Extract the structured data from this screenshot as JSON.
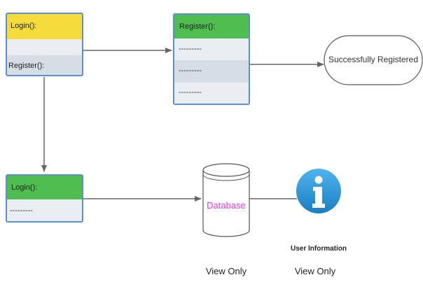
{
  "login_register_box": {
    "header_label": "Login():",
    "row1_label": "",
    "row2_label": "Register():"
  },
  "register_box": {
    "header_label": "Register():",
    "rows": [
      "---------",
      "---------",
      "---------"
    ]
  },
  "terminal": {
    "label": "Successfully Registered"
  },
  "login_box": {
    "header_label": "Login():",
    "row_label": "---------"
  },
  "database": {
    "label": "Database",
    "caption": "View Only"
  },
  "user_info": {
    "label": "User Information",
    "icon_glyph": "i",
    "caption": "View Only"
  },
  "colors": {
    "yellow_header": "#f5dc3c",
    "green_header": "#4fbd4f",
    "border_blue": "#5b8fd0",
    "row_light": "#eaeef3",
    "row_mid": "#d7dde5",
    "db_text": "#e23be3",
    "info_circle": "#1d90d8"
  }
}
